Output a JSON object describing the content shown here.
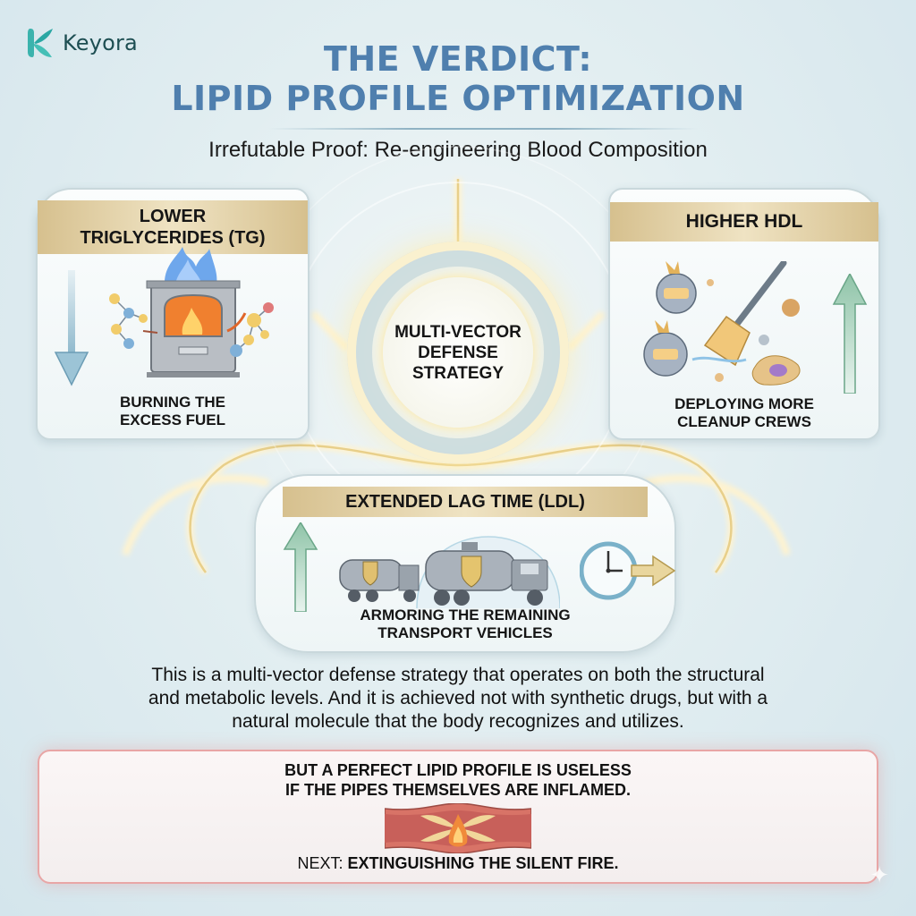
{
  "brand": {
    "name": "Keyora",
    "icon": "leaf-k-logo-icon",
    "color": "#2aa7a3"
  },
  "header": {
    "title_line1": "THE VERDICT:",
    "title_line2": "LIPID PROFILE OPTIMIZATION",
    "subtitle": "Irrefutable Proof: Re-engineering Blood Composition",
    "title_color": "#4f7fae"
  },
  "hub": {
    "line1": "MULTI-VECTOR",
    "line2": "DEFENSE",
    "line3": "STRATEGY"
  },
  "cards": {
    "tg": {
      "title_line1": "LOWER",
      "title_line2": "TRIGLYCERIDES (TG)",
      "caption_line1": "BURNING THE",
      "caption_line2": "EXCESS FUEL",
      "arrow": "down-arrow-icon",
      "illustration": "furnace-burning-molecules-icon"
    },
    "hdl": {
      "title": "HIGHER HDL",
      "caption_line1": "DEPLOYING MORE",
      "caption_line2": "CLEANUP CREWS",
      "arrow": "up-arrow-icon",
      "illustration": "knight-cleanup-crew-broom-icon"
    },
    "ldl": {
      "title": "EXTENDED LAG TIME (LDL)",
      "caption_line1": "ARMORING THE REMAINING",
      "caption_line2": "TRANSPORT VEHICLES",
      "arrow": "up-arrow-icon",
      "illustration": "armored-tanker-trucks-shield-icon",
      "clock": "clock-arrow-icon"
    }
  },
  "body": {
    "line1": "This is a multi-vector defense strategy that operates on both the structural",
    "line2": "and metabolic levels. And it is achieved not with synthetic drugs, but with a",
    "line3": "natural molecule that the body recognizes and utilizes."
  },
  "callout": {
    "line1": "BUT A PERFECT LIPID PROFILE IS USELESS",
    "line2": "IF THE PIPES THEMSELVES ARE INFLAMED.",
    "next_label": "NEXT:",
    "next_text": "EXTINGUISHING THE SILENT FIRE.",
    "illustration": "inflamed-artery-fire-icon",
    "border_color": "#e8a6a6"
  }
}
